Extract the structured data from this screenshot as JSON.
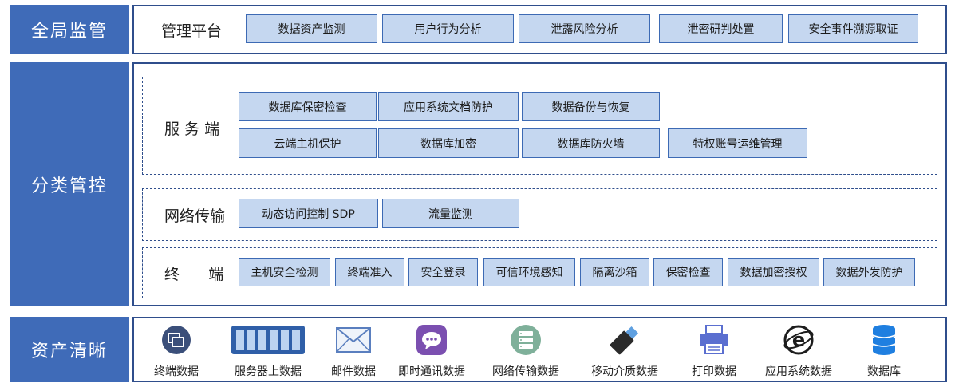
{
  "sections": {
    "global": "全局监管",
    "classified": "分类管控",
    "assets": "资产清晰"
  },
  "platform": {
    "label": "管理平台",
    "items": [
      "数据资产监测",
      "用户行为分析",
      "泄露风险分析",
      "泄密研判处置",
      "安全事件溯源取证"
    ]
  },
  "server": {
    "label": "服 务 端",
    "row1": [
      "数据库保密检查",
      "应用系统文档防护",
      "数据备份与恢复"
    ],
    "row2": [
      "云端主机保护",
      "数据库加密",
      "数据库防火墙",
      "特权账号运维管理"
    ]
  },
  "network": {
    "label": "网络传输",
    "items": [
      "动态访问控制 SDP",
      "流量监测"
    ]
  },
  "terminal": {
    "label": "终      端",
    "items": [
      "主机安全检测",
      "终端准入",
      "安全登录",
      "可信环境感知",
      "隔离沙箱",
      "保密检查",
      "数据加密授权",
      "数据外发防护"
    ]
  },
  "asset_items": [
    {
      "label": "终端数据",
      "icon": "terminal-data-icon"
    },
    {
      "label": "服务器上数据",
      "icon": "server-rack-icon"
    },
    {
      "label": "邮件数据",
      "icon": "mail-icon"
    },
    {
      "label": "即时通讯数据",
      "icon": "chat-icon"
    },
    {
      "label": "网络传输数据",
      "icon": "network-server-icon"
    },
    {
      "label": "移动介质数据",
      "icon": "usb-drive-icon"
    },
    {
      "label": "打印数据",
      "icon": "printer-icon"
    },
    {
      "label": "应用系统数据",
      "icon": "browser-e-icon"
    },
    {
      "label": "数据库",
      "icon": "database-icon"
    }
  ],
  "colors": {
    "header": "#3f6bb8",
    "box_fill": "#c5d7f0",
    "box_border": "#3d6ab4",
    "frame": "#2f4e8c"
  }
}
